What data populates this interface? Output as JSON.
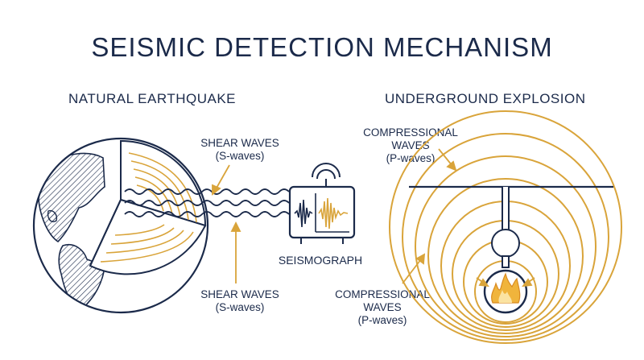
{
  "title": "SEISMIC DETECTION MECHANISM",
  "left": {
    "heading": "NATURAL EARTHQUAKE",
    "shear_top": {
      "line1": "SHEAR WAVES",
      "line2": "(S-waves)"
    },
    "shear_bottom": {
      "line1": "SHEAR WAVES",
      "line2": "(S-waves)"
    },
    "seismograph": "SEISMOGRAPH"
  },
  "right": {
    "heading": "UNDERGROUND EXPLOSION",
    "comp_top": {
      "line1": "COMPRESSIONAL",
      "line2": "WAVES",
      "line3": "(P-waves)"
    },
    "comp_bottom": {
      "line1": "COMPRESSIONAL",
      "line2": "WAVES",
      "line3": "(P-waves)"
    }
  },
  "colors": {
    "navy": "#1b2a4a",
    "gold": "#d9a43a",
    "flame": "#f0b43c"
  },
  "icons": [
    "earth-cutaway-icon",
    "seismograph-icon",
    "explosion-icon"
  ]
}
